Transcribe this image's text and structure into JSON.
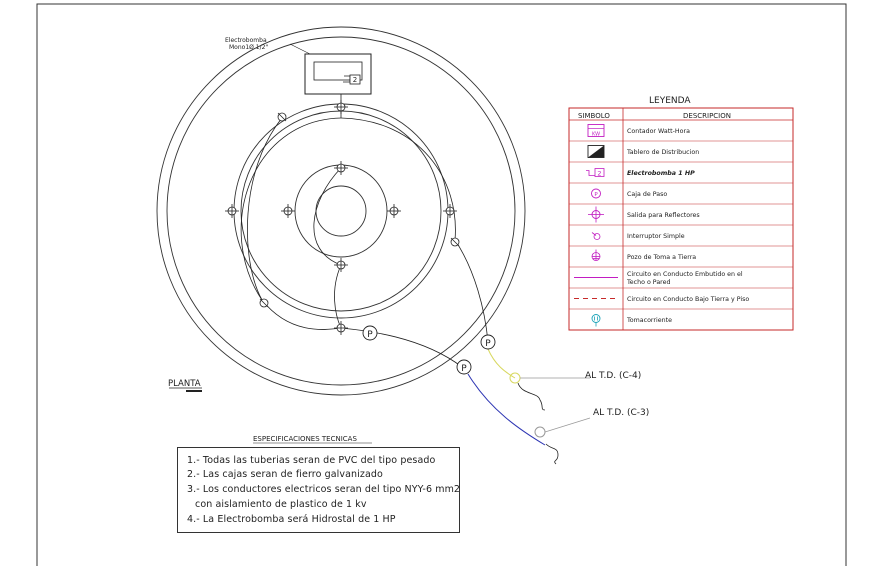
{
  "pump_label": {
    "line1": "Electrobomba",
    "line2": "Mono1Ø 1/2\""
  },
  "pump_number": "2",
  "plan_title": "PLANTA",
  "legend": {
    "title": "LEYENDA",
    "col_symbol": "SIMBOLO",
    "col_desc": "DESCRIPCION",
    "rows": [
      {
        "icon": "meter-icon",
        "icon_text": "KW",
        "desc": "Contador Watt-Hora"
      },
      {
        "icon": "distribution-board-icon",
        "icon_text": "",
        "desc": "Tablero de Distribucion"
      },
      {
        "icon": "pump-icon",
        "icon_text": "2",
        "desc": "Electrobomba 1 HP"
      },
      {
        "icon": "pass-box-icon",
        "icon_text": "P",
        "desc": "Caja de Paso"
      },
      {
        "icon": "reflector-outlet-icon",
        "icon_text": "",
        "desc": "Salida para Reflectores"
      },
      {
        "icon": "simple-switch-icon",
        "icon_text": "",
        "desc": "Interruptor Simple"
      },
      {
        "icon": "ground-well-icon",
        "icon_text": "",
        "desc": "Pozo de Toma a Tierra"
      },
      {
        "icon": "solid-conduit-icon",
        "icon_text": "",
        "desc": "Circuito en Conducto Embutido en el",
        "desc2": "Techo o Pared"
      },
      {
        "icon": "dashed-conduit-icon",
        "icon_text": "",
        "desc": "Circuito en Conducto Bajo Tierra y Piso"
      },
      {
        "icon": "outlet-icon",
        "icon_text": "",
        "desc": "Tomacorriente"
      }
    ]
  },
  "circuits": {
    "c4": "AL T.D. (C-4)",
    "c3": "AL T.D. (C-3)"
  },
  "pass_box_label": "P",
  "specs": {
    "title": "ESPECIFICACIONES TECNICAS",
    "items": [
      "1.- Todas las tuberias seran de PVC del tipo pesado",
      "2.- Las cajas seran de fierro galvanizado",
      "3.- Los conductores electricos seran del tipo NYY-6 mm2",
      "con aislamiento de plastico de 1 kv",
      "4.- La Electrobomba será Hidrostal de 1 HP"
    ]
  },
  "colors": {
    "legend_border": "#c62a2a",
    "symbol": "#c21dc2",
    "line": "#222222",
    "yellow_line": "#d8d860",
    "blue_line": "#2d35b3"
  }
}
